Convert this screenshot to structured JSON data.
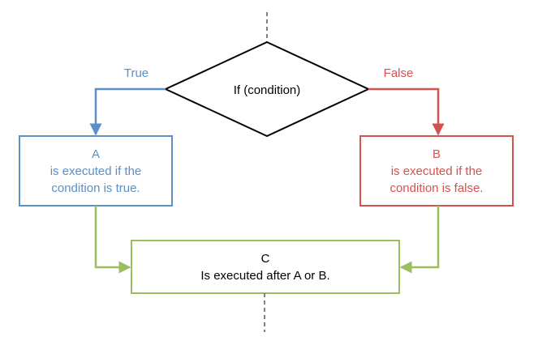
{
  "decision": {
    "text": "If (condition)",
    "true_label": "True",
    "false_label": "False"
  },
  "box_a": {
    "title": "A",
    "line1": "is executed if the",
    "line2": "condition is true."
  },
  "box_b": {
    "title": "B",
    "line1": "is executed if the",
    "line2": "condition is false."
  },
  "box_c": {
    "title": "C",
    "line1": "Is executed after A or B."
  },
  "colors": {
    "decision": "#000000",
    "true_branch": "#5a8fc8",
    "false_branch": "#d4534f",
    "merge": "#9bbf5f",
    "dashed": "#808080"
  }
}
